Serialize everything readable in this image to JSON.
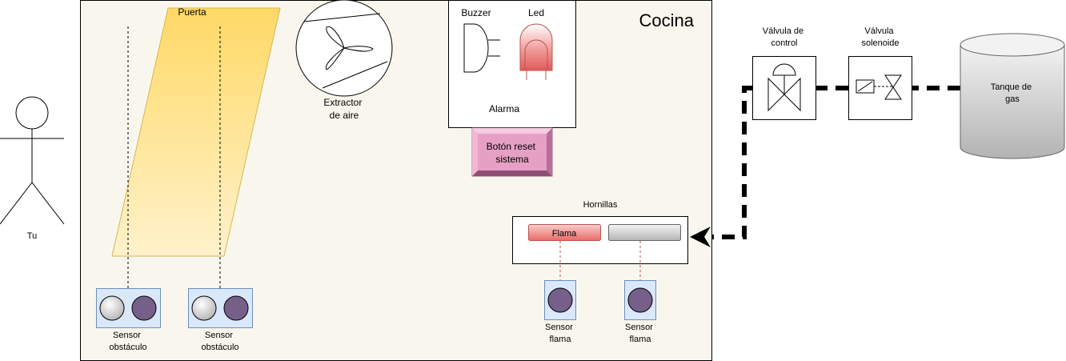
{
  "actor": {
    "label": "Tu"
  },
  "kitchen": {
    "title": "Cocina"
  },
  "door": {
    "label": "Puerta"
  },
  "extractor": {
    "line1": "Extractor",
    "line2": "de aire"
  },
  "alarm": {
    "title": "Alarma",
    "buzzer_label": "Buzzer",
    "led_label": "Led"
  },
  "reset_button": {
    "line1": "Botón reset",
    "line2": "sistema"
  },
  "obstacle_sensors": [
    {
      "line1": "Sensor",
      "line2": "obstáculo"
    },
    {
      "line1": "Sensor",
      "line2": "obstáculo"
    }
  ],
  "burners": {
    "title": "Hornillas",
    "items": [
      {
        "label": "Flama",
        "state": "on",
        "color": "#ea6b66"
      },
      {
        "label": "",
        "state": "off",
        "color": "#b3b3b3"
      }
    ]
  },
  "flame_sensors": [
    {
      "line1": "Sensor",
      "line2": "flama"
    },
    {
      "line1": "Sensor",
      "line2": "flama"
    }
  ],
  "control_valve": {
    "line1": "Válvula de",
    "line2": "control"
  },
  "solenoid_valve": {
    "line1": "Válvula",
    "line2": "solenoide"
  },
  "tank": {
    "line1": "Tanque de",
    "line2": "gas"
  },
  "colors": {
    "kitchen_bg": "#f9f7ed",
    "door_fill": "#ffd966",
    "sensor_bg": "#dae8fc",
    "sensor_border": "#6c8ebf",
    "sensor_purple": "#76608a",
    "reset_button": "#e6a0c4",
    "led_red": "#f8cecc"
  }
}
